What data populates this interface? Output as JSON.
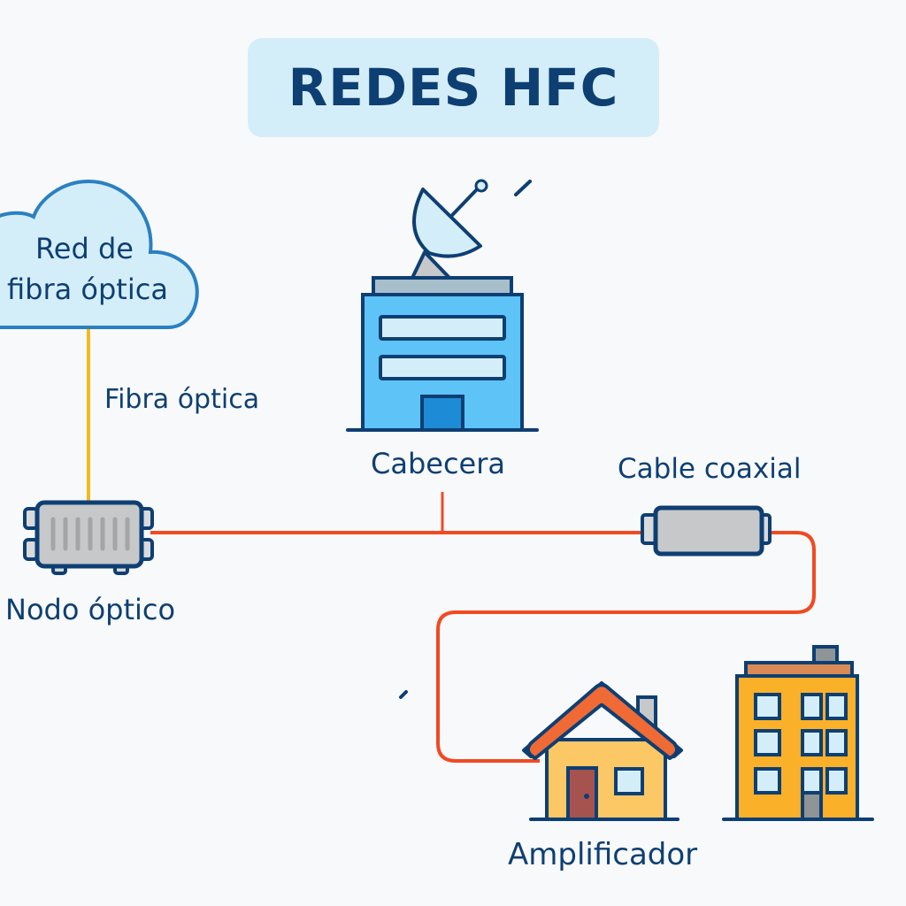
{
  "title": "REDES HFC",
  "labels": {
    "cloud_line1": "Red de",
    "cloud_line2": "fibra óptica",
    "fiber": "Fibra óptica",
    "headend": "Cabecera",
    "coax": "Cable coaxial",
    "node": "Nodo óptico",
    "amplifier": "Amplificador"
  },
  "colors": {
    "background": "#f8f9fa",
    "title_bg": "#d4eef9",
    "text": "#0e3f73",
    "outline": "#0e3f73",
    "fiber_line": "#f5b81c",
    "coax_line": "#f04a23",
    "building_blue": "#5ec3f7",
    "house_wall": "#fcc866",
    "house_roof": "#f06a35",
    "apartment": "#fbb02a"
  }
}
